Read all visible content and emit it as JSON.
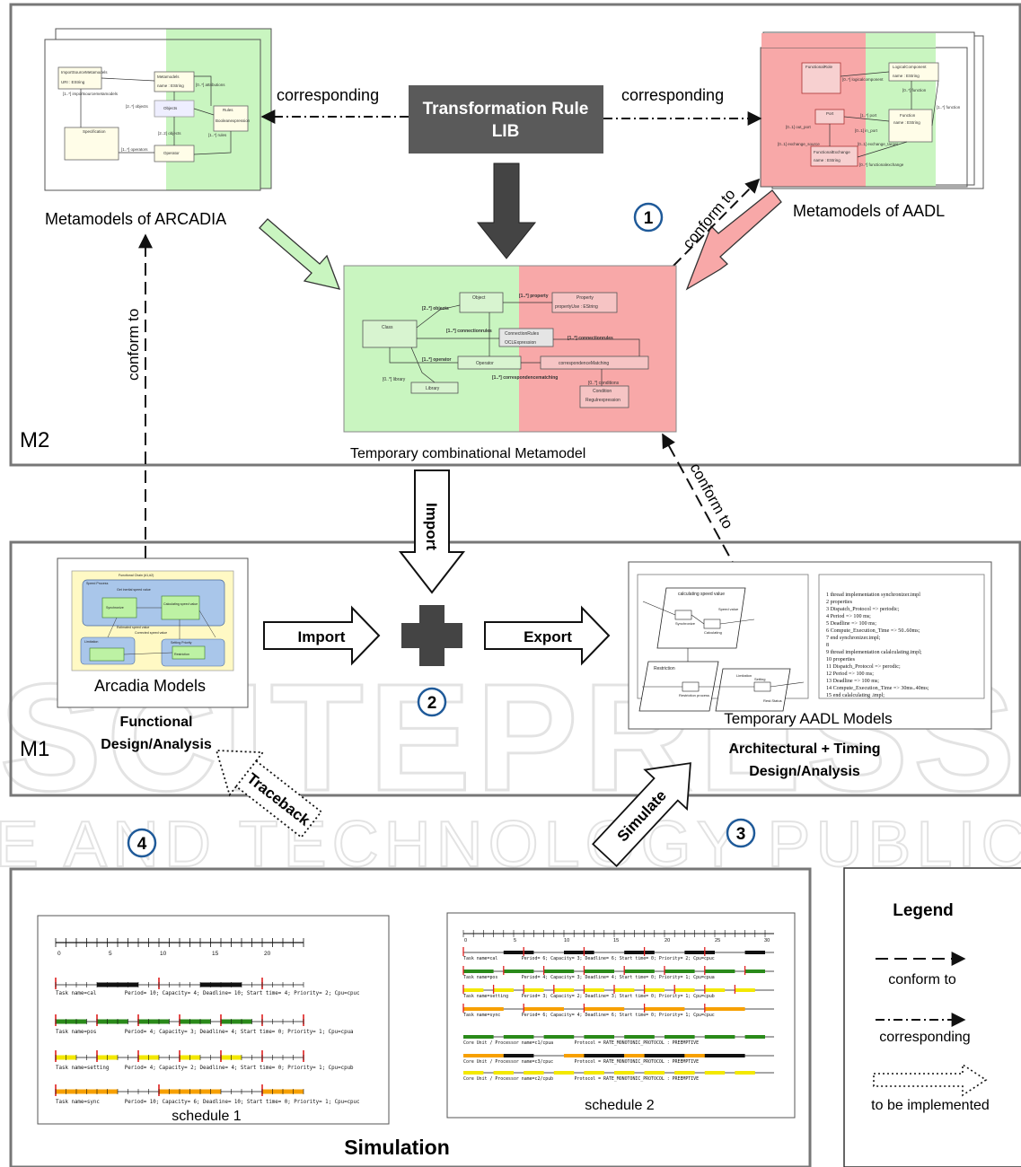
{
  "levels": {
    "m2": "M2",
    "m1": "M1"
  },
  "m2": {
    "rule_lib_line1": "Transformation Rule",
    "rule_lib_line2": "LIB",
    "corresponding_left": "corresponding",
    "corresponding_right": "corresponding",
    "arcadia_caption": "Metamodels of ARCADIA",
    "aadl_caption": "Metamodels of AADL",
    "combo_caption": "Temporary combinational Metamodel",
    "conform_to_label": "conform to",
    "step1": "1",
    "arcadia_mm_entities": [
      "ImportSourceMetamodels",
      "Metamodels",
      "Objects",
      "Rules",
      "Specification",
      "Operator"
    ],
    "arcadia_mm_text": [
      "URI : EString",
      "name : EString",
      "[2..*] objects",
      "[0..*] attributions",
      "[1..*] rules",
      "[1..*] operators",
      "[1..*] importsourcemetamodels",
      "[2..2] objects",
      "Booleanexpression"
    ],
    "aadl_mm_entities": [
      "FunctionalRole",
      "LogicalComponent",
      "Port",
      "Function",
      "FunctionalExchange"
    ],
    "aadl_mm_text": [
      "name : EString",
      "[0..*] logicalcomponent",
      "[0..*] function",
      "[1..*] function",
      "[1..*] port",
      "[0..1] out_port",
      "[0..1] in_port",
      "[0..1] exchange_source",
      "[0..1] exchange_target",
      "[0..*] functionalexchange"
    ],
    "combo_entities": [
      "Object",
      "Property",
      "Class",
      "ConnectionRules",
      "Operator",
      "correspondenceMatching",
      "Condition",
      "Library"
    ],
    "combo_text": [
      "[1..*] property",
      "propertyUse : EString",
      "[2..*] objects",
      "[1..*] connectionrules",
      "OCLExpression",
      "[1..*] operator",
      "[1..*] correspondencematching",
      "[0..*] conditions",
      "Regulrexpression",
      "[0..*] library"
    ]
  },
  "m1": {
    "import_down": "Import",
    "import_right": "Import",
    "export_right": "Export",
    "step2": "2",
    "arcadia_models_caption": "Arcadia Models",
    "functional_line1": "Functional",
    "functional_line2": "Design/Analysis",
    "aadl_models_caption": "Temporary AADL Models",
    "arch_line1": "Architectural + Timing",
    "arch_line2": "Design/Analysis",
    "conform_to_left": "conform to",
    "conform_to_right": "conform to",
    "arcadia_model_labels": [
      "Functional Chain (#1,#2)",
      "Speed Process",
      "Get inertial speed value",
      "Synchronize",
      "Calculating speed value",
      "Estimated speed value",
      "Corrected speed value",
      "Limitation",
      "Setting Priority",
      "Restriction"
    ],
    "aadl_diagram_labels": [
      "calculating speed value",
      "Synchronize",
      "Calculating",
      "Restriction",
      "Limitation",
      "Setting",
      "Restriction process",
      "Speed value",
      "Rest.Status"
    ],
    "aadl_code": [
      "1 thread implementation synchronizer.impl",
      "2         properties",
      "3           Dispatch_Protocol => periodic;",
      "4           Period => 100 ms;",
      "5           Deadline => 100 ms;",
      "6           Compute_Execution_Time => 50..60ms;",
      "7 end synchronizer.impl;",
      "8",
      "9 thread implementation calalculating.impl;",
      "10        properties",
      "11          Dispatch_Protocol => perodic;",
      "12          Period => 100 ms;",
      "13          Deadline => 100 ms;",
      "14          Compute_Execution_Time => 30ms..40ms;",
      "15 end calalculating .impl;"
    ]
  },
  "arrows": {
    "traceback": "Traceback",
    "simulate": "Simulate",
    "step3": "3",
    "step4": "4"
  },
  "simulation": {
    "title": "Simulation",
    "schedule1_caption": "schedule 1",
    "schedule2_caption": "schedule 2",
    "schedule1_ticks": [
      "0",
      "5",
      "10",
      "15",
      "20"
    ],
    "schedule1_tasks": [
      "Task name=cal         Period= 10; Capacity= 4; Deadline= 10; Start time= 4; Priority= 2; Cpu=cpuc",
      "Task name=pos         Period= 4; Capacity= 3; Deadline= 4; Start time= 0; Priority= 1; Cpu=cpua",
      "Task name=setting     Period= 4; Capacity= 2; Deadline= 4; Start time= 0; Priority= 1; Cpu=cpub",
      "Task name=sync        Period= 10; Capacity= 6; Deadline= 10; Start time= 0; Priority= 1; Cpu=cpuc"
    ],
    "schedule2_ticks": [
      "0",
      "5",
      "10",
      "15",
      "20",
      "25",
      "30"
    ],
    "schedule2_rows": [
      "Task name=cal         Period= 6; Capacity= 3; Deadline= 6; Start time= 0; Priority= 2; Cpu=cpuc",
      "Task name=pos         Period= 4; Capacity= 3; Deadline= 4; Start time= 0; Priority= 1; Cpu=cpua",
      "Task name=setting     Period= 3; Capacity= 2; Deadline= 3; Start time= 0; Priority= 1; Cpu=cpub",
      "Task name=sync        Period= 6; Capacity= 4; Deadline= 6; Start time= 0; Priority= 1; Cpu=cpuc",
      "Core Unit / Processor name=c1/cpua        Protocol = RATE_MONOTONIC_PROTOCOL : PREEMPTIVE",
      "Core Unit / Processor name=c3/cpuc        Protocol = RATE_MONOTONIC_PROTOCOL : PREEMPTIVE",
      "Core Unit / Processor name=c2/cpub        Protocol = RATE_MONOTONIC_PROTOCOL : PREEMPTIVE"
    ]
  },
  "legend": {
    "title": "Legend",
    "conform_to": "conform to",
    "corresponding": "corresponding",
    "to_be_implemented": "to be implemented"
  },
  "watermark": {
    "line1": "SCITEPRESS",
    "line2": "SCIENCE AND TECHNOLOGY PUBLICATIONS"
  },
  "colors": {
    "green": "#c9f5c0",
    "red": "#f8a8a8",
    "dark_box": "#5a5a5a",
    "blue_circle": "#1f5a99",
    "yellow": "#fff9c4",
    "task_red": "#e02020",
    "bar_black": "#111111",
    "bar_green": "#2a8a1a",
    "bar_yellow": "#f3e800",
    "bar_orange": "#f7a000"
  }
}
